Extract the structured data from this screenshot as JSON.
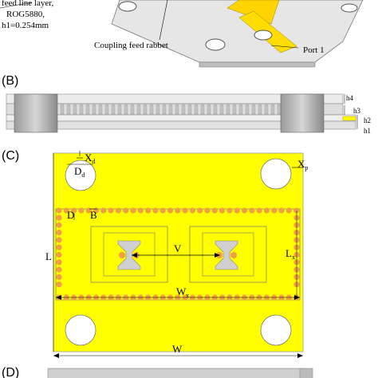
{
  "panel_a": {
    "feed_layer_line1": "feed line layer,",
    "feed_layer_line2": "ROG5880,",
    "feed_layer_line3": "h1=0.254mm",
    "coupling_label": "Coupling feed rabbet",
    "port_label": "Port 1"
  },
  "panel_b": {
    "letter": "(B)",
    "heights": [
      "h4",
      "h3",
      "h2",
      "h1"
    ]
  },
  "panel_c": {
    "letter": "(C)",
    "x_d": "X",
    "x_d_sub": "d",
    "d_d": "D",
    "d_d_sub": "d",
    "x_p": "X",
    "x_p_sub": "p",
    "d": "D",
    "b": "B",
    "l": "L",
    "v": "V",
    "l_x": "L",
    "l_x_sub": "x",
    "w_x": "W",
    "w_x_sub": "x",
    "w": "W"
  },
  "panel_d": {
    "letter": "(D)"
  },
  "colors": {
    "copper": "#ffff00",
    "via": "#f0a040",
    "substrate": "#d9d9d9"
  }
}
